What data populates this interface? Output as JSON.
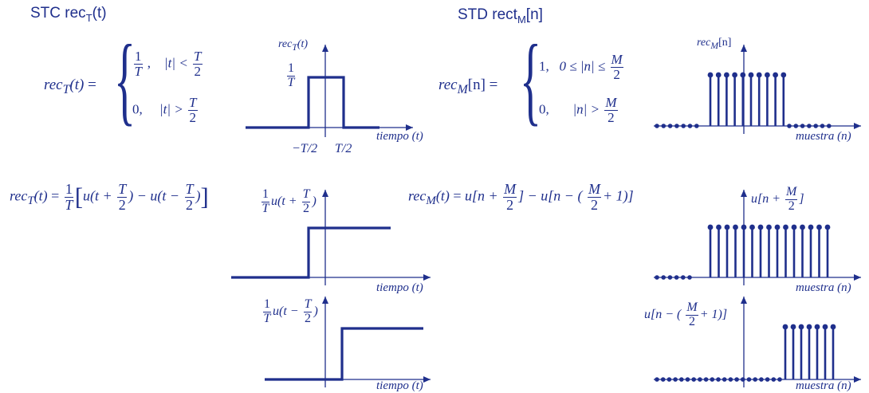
{
  "headers": {
    "stc_prefix": "STC rec",
    "stc_sub": "T",
    "stc_suffix": "(t)",
    "std_prefix": "STD rect",
    "std_sub": "M",
    "std_suffix": "[n]"
  },
  "stc_def": {
    "lhs": "rec",
    "lhs_sub": "T",
    "lhs_arg": "(t)",
    "eq": "=",
    "case1_num": "1",
    "case1_den": "T",
    "case1_cond": "|t| <",
    "case1_fr_num": "T",
    "case1_fr_den": "2",
    "case2_val": "0,",
    "case2_cond": "|t| >",
    "case2_fr_num": "T",
    "case2_fr_den": "2"
  },
  "std_def": {
    "lhs": "rec",
    "lhs_sub": "M",
    "lhs_arg": "[n]",
    "eq": "=",
    "case1_val": "1,",
    "case1_cond": "0 ≤ |n| ≤",
    "case1_fr_num": "M",
    "case1_fr_den": "2",
    "case2_val": "0,",
    "case2_cond": "|n| >",
    "case2_fr_num": "M",
    "case2_fr_den": "2"
  },
  "stc_step": {
    "lhs": "rec",
    "lhs_sub": "T",
    "lhs_arg": "(t)",
    "eq": "=",
    "coef_num": "1",
    "coef_den": "T",
    "term1": "u(t +",
    "term1_num": "T",
    "term1_den": "2",
    "minus": ") − u(t −",
    "term2_num": "T",
    "term2_den": "2",
    "close": ")"
  },
  "std_step": {
    "lhs": "rec",
    "lhs_sub": "M",
    "lhs_arg": "(t)",
    "eq": "=",
    "term1": "u[n +",
    "term1_num": "M",
    "term1_den": "2",
    "minus": "] − u[n − (",
    "term2_num": "M",
    "term2_den": "2",
    "close": "+ 1)]"
  },
  "plots": {
    "p1_ylabel": "rec",
    "p1_ylabel_sub": "T",
    "p1_ylabel_arg": "(t)",
    "p1_height_num": "1",
    "p1_height_den": "T",
    "p1_left_tick": "−T/2",
    "p1_right_tick": "T/2",
    "p1_xlabel": "tiempo (t)",
    "p2_ylabel": "rec",
    "p2_ylabel_sub": "M",
    "p2_ylabel_arg": "[n]",
    "p2_xlabel": "muestra (n)",
    "p3_label_num": "1",
    "p3_label_den": "T",
    "p3_label": "u(t +",
    "p3_label_fr_num": "T",
    "p3_label_fr_den": "2",
    "p3_label_close": ")",
    "p3_xlabel": "tiempo (t)",
    "p4_label": "u[n +",
    "p4_label_fr_num": "M",
    "p4_label_fr_den": "2",
    "p4_label_close": "]",
    "p4_xlabel": "muestra (n)",
    "p5_label_num": "1",
    "p5_label_den": "T",
    "p5_label": "u(t −",
    "p5_label_fr_num": "T",
    "p5_label_fr_den": "2",
    "p5_label_close": ")",
    "p5_xlabel": "tiempo (t)",
    "p6_label": "u[n − (",
    "p6_label_fr_num": "M",
    "p6_label_fr_den": "2",
    "p6_label_close": "+ 1)]",
    "p6_xlabel": "muestra (n)"
  }
}
